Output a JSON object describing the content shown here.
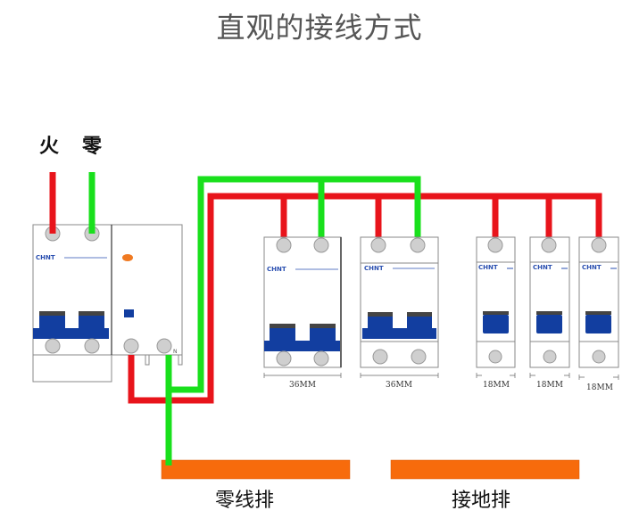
{
  "title": "直观的接线方式",
  "inputs": {
    "live_label": "火",
    "neutral_label": "零"
  },
  "brand": "CHNT",
  "rcd": {
    "n_marker": "N"
  },
  "breakers": [
    {
      "poles": 2,
      "width_label": "36MM"
    },
    {
      "poles": 2,
      "width_label": "36MM"
    },
    {
      "poles": 1,
      "width_label": "18MM"
    },
    {
      "poles": 1,
      "width_label": "18MM"
    },
    {
      "poles": 1,
      "width_label": "18MM"
    }
  ],
  "busbars": {
    "neutral_label": "零线排",
    "ground_label": "接地排"
  },
  "colors": {
    "live": "#e8141b",
    "neutral": "#19e01c",
    "handle": "#123ea0",
    "busbar": "#f76b0c",
    "terminal": "#cfcfcf",
    "led": "#f07a22"
  }
}
